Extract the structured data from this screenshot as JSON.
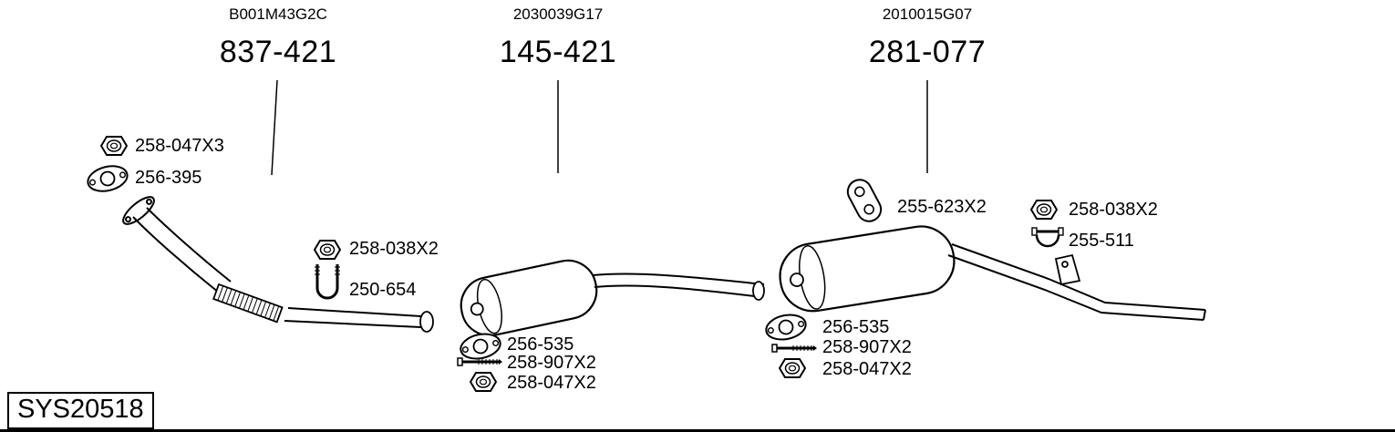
{
  "assemblies": [
    {
      "code": "B001M43G2C",
      "number": "837-421"
    },
    {
      "code": "2030039G17",
      "number": "145-421"
    },
    {
      "code": "2010015G07",
      "number": "281-077"
    }
  ],
  "parts": [
    {
      "label": "258-047X3",
      "icon": "nut-icon"
    },
    {
      "label": "256-395",
      "icon": "gasket-icon"
    },
    {
      "label": "258-038X2",
      "icon": "nut-icon"
    },
    {
      "label": "250-654",
      "icon": "u-bolt-clamp-icon"
    },
    {
      "label": "256-535",
      "icon": "gasket-icon"
    },
    {
      "label": "258-907X2",
      "icon": "bolt-icon"
    },
    {
      "label": "258-047X2",
      "icon": "nut-icon"
    },
    {
      "label": "255-623X2",
      "icon": "rubber-hanger-icon"
    },
    {
      "label": "258-038X2",
      "icon": "nut-icon"
    },
    {
      "label": "255-511",
      "icon": "clamp-icon"
    },
    {
      "label": "256-535",
      "icon": "gasket-icon"
    },
    {
      "label": "258-907X2",
      "icon": "bolt-icon"
    },
    {
      "label": "258-047X2",
      "icon": "nut-icon"
    }
  ],
  "system_id": "SYS20518",
  "colors": {
    "line": "#000000",
    "background": "#ffffff"
  }
}
